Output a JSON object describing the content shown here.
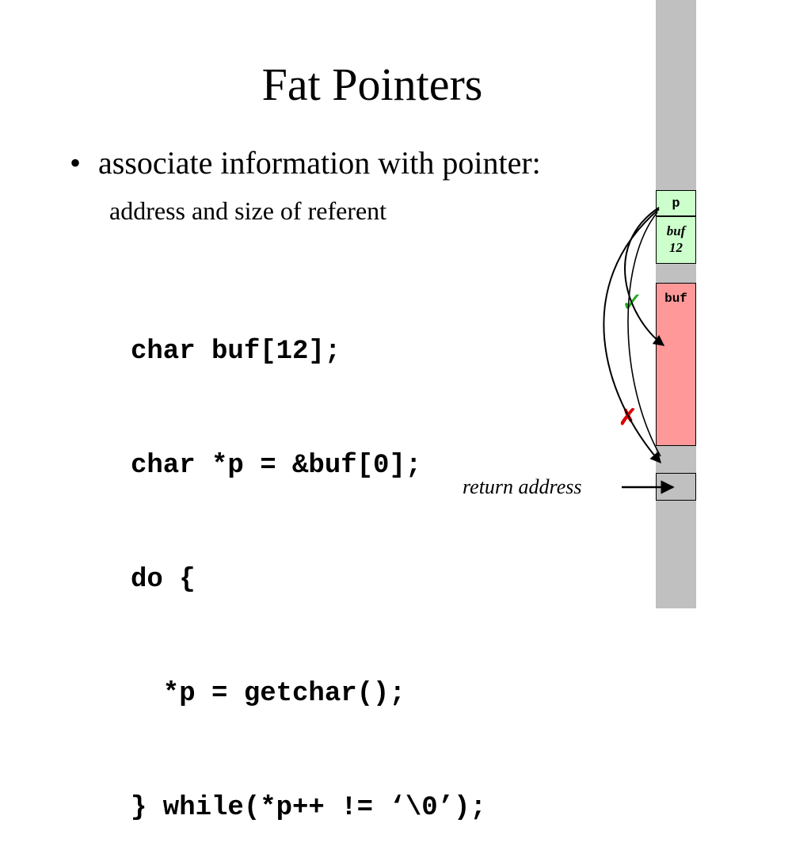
{
  "slide": {
    "title": "Fat Pointers",
    "bullet_marker": "•",
    "bullet": "associate information with pointer:",
    "sub_bullet": "address and size of referent",
    "code_lines": [
      "char buf[12];",
      "char *p = &buf[0];",
      "do {",
      "  *p = getchar();",
      "} while(*p++ != ‘\\0’);"
    ]
  },
  "diagram": {
    "pointer_label": "p",
    "meta_name": "buf",
    "meta_size": "12",
    "buffer_label": "buf",
    "return_label": "return address",
    "check_mark": "✓",
    "cross_mark": "✗",
    "colors": {
      "stack": "#c0c0c0",
      "pointer_box": "#ccffcc",
      "buffer_box": "#ff9999",
      "check": "#22aa22",
      "cross": "#dd0000"
    }
  }
}
